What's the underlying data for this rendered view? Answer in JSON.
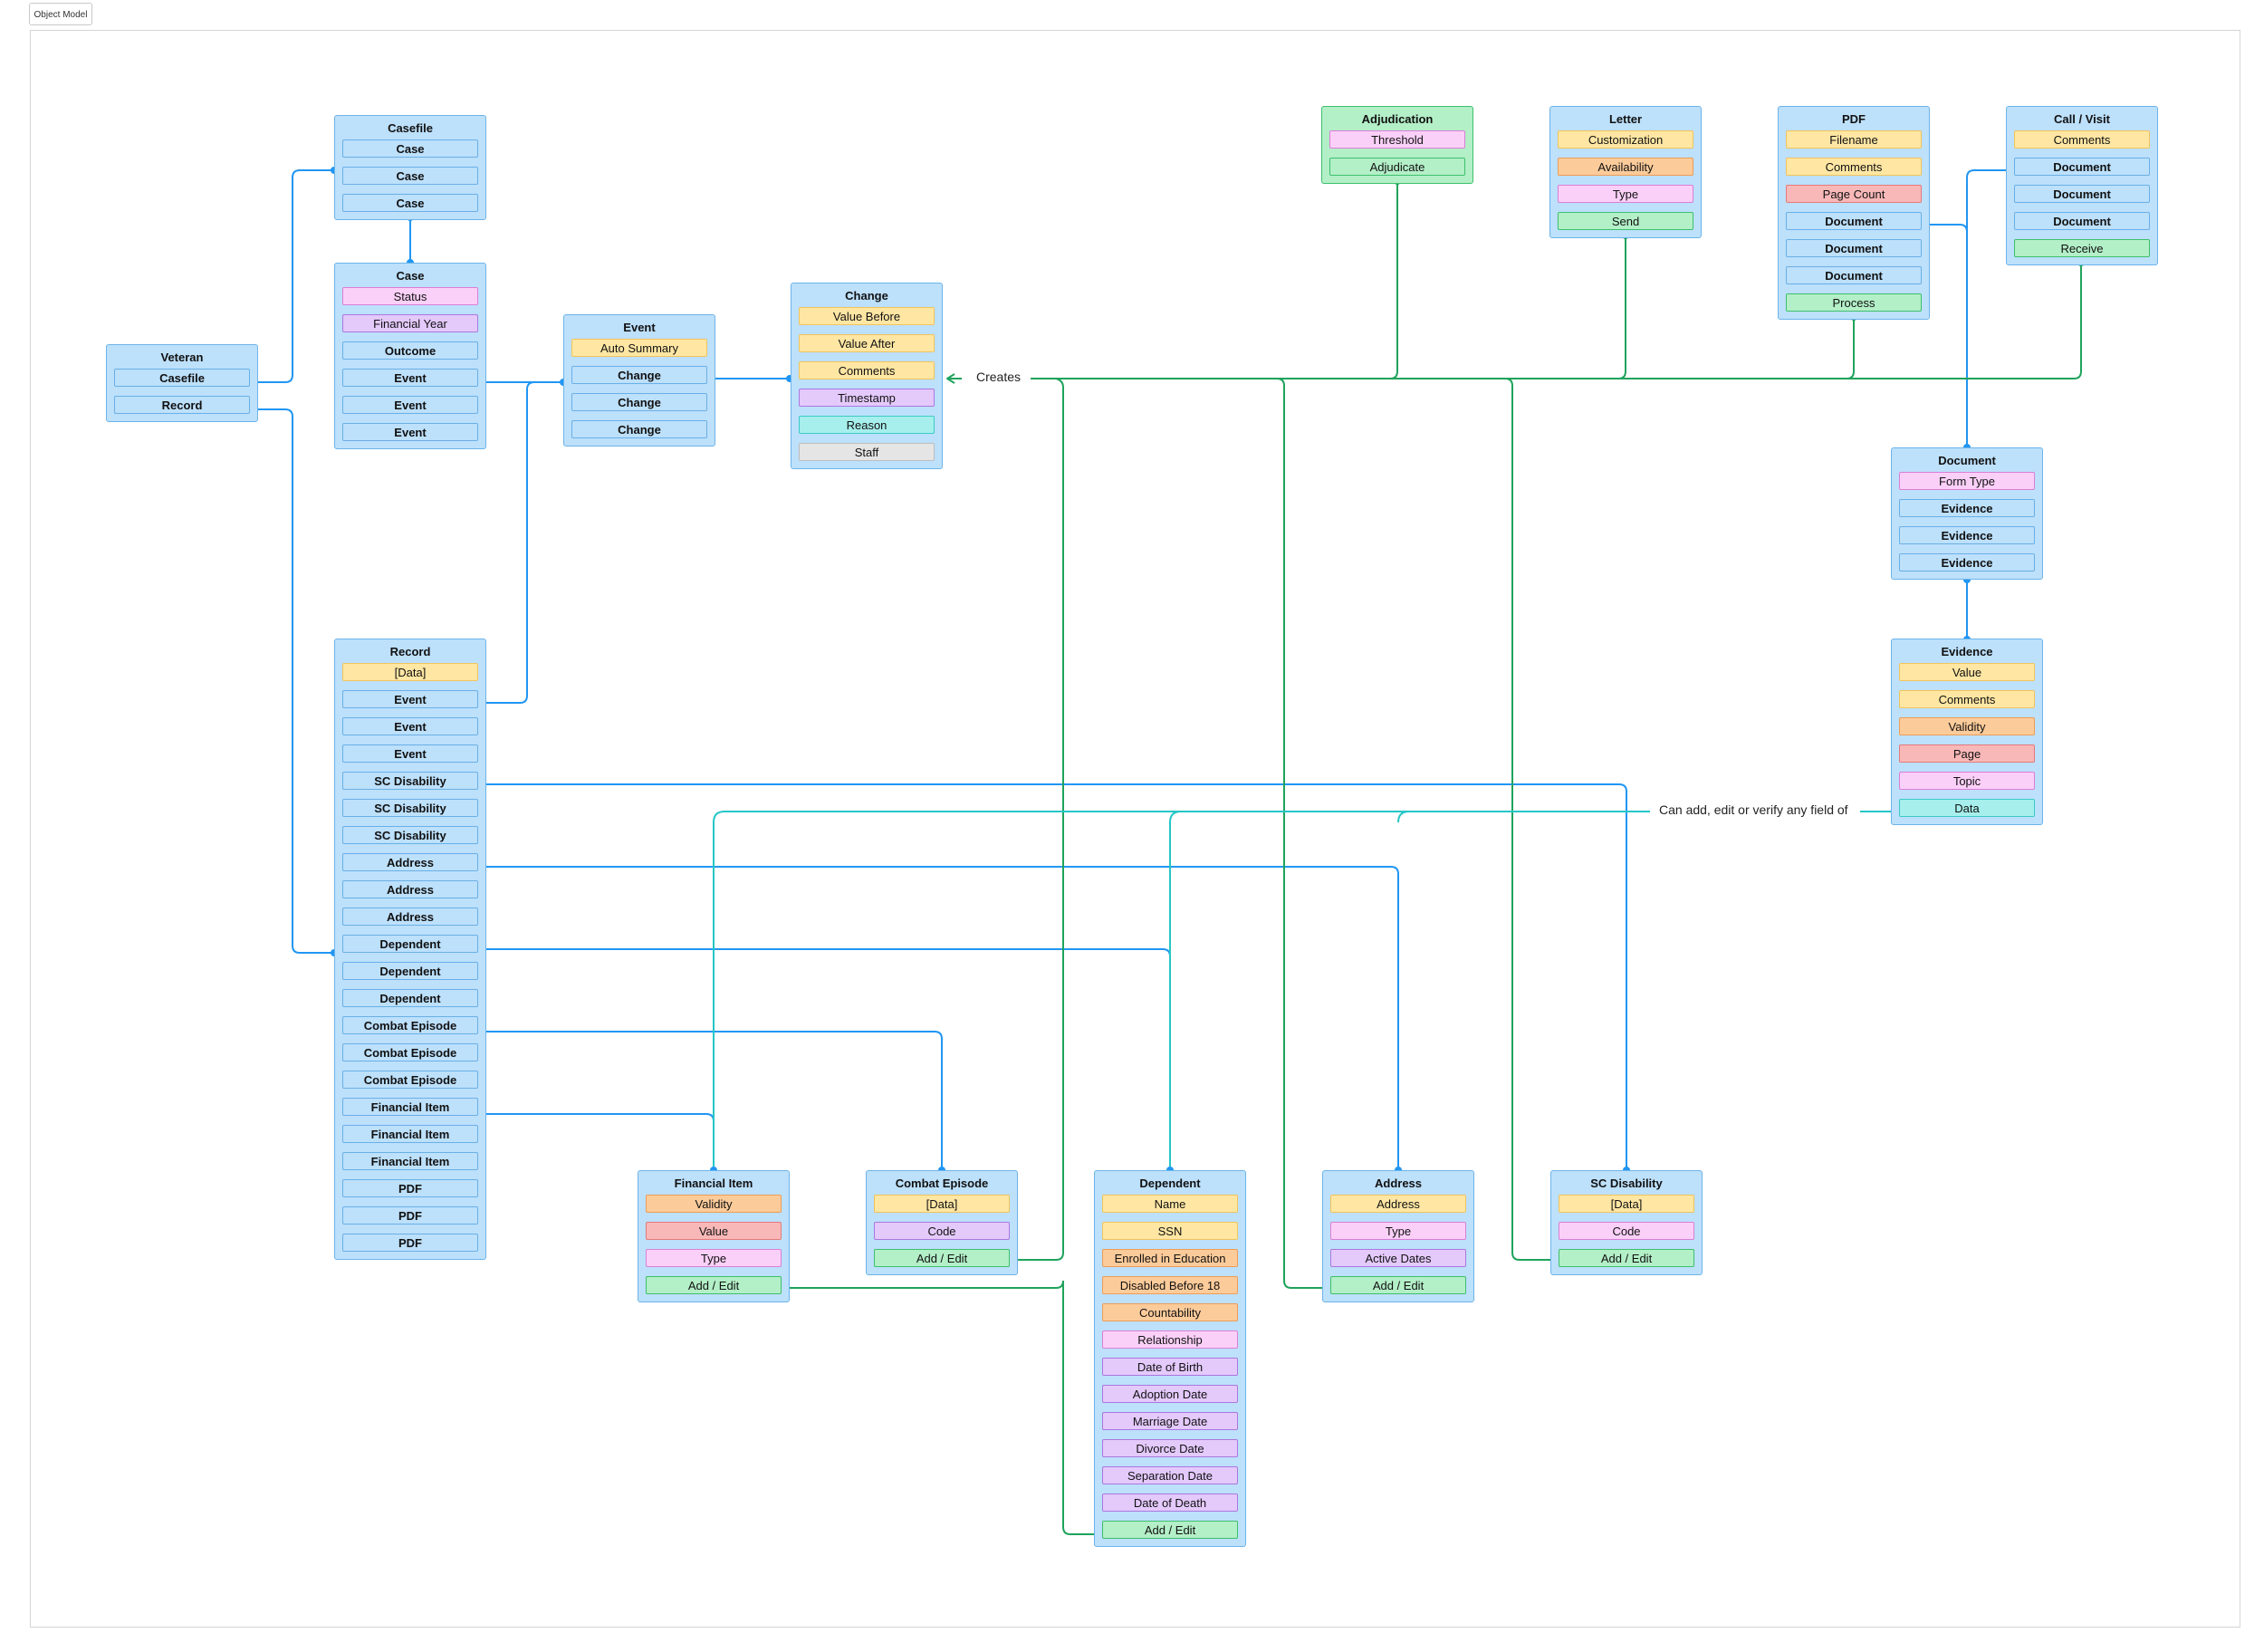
{
  "frame": {
    "label": "Object Model"
  },
  "colors": {
    "entity": "#bde0fb",
    "reference": "#bde0fb",
    "yellow": "#ffe6a3",
    "orange": "#fccb9a",
    "red": "#f9b8b8",
    "pink": "#fbd0f8",
    "purple": "#e4c9fb",
    "green": "#b3efc7",
    "cyan": "#a6efec",
    "gray": "#e5e5e5",
    "ownership_line": "#2196f3",
    "action_line": "#1fa35c",
    "edit_line": "#26c6c6"
  },
  "labels": {
    "creates": "Creates",
    "can_edit": "Can add, edit or verify any field of"
  },
  "entities": [
    {
      "id": "veteran",
      "title": "Veteran",
      "fields": [
        {
          "text": "Casefile",
          "kind": "ref"
        },
        {
          "text": "Record",
          "kind": "ref"
        }
      ]
    },
    {
      "id": "casefile",
      "title": "Casefile",
      "fields": [
        {
          "text": "Case",
          "kind": "ref"
        },
        {
          "text": "Case",
          "kind": "ref"
        },
        {
          "text": "Case",
          "kind": "ref"
        }
      ]
    },
    {
      "id": "case",
      "title": "Case",
      "fields": [
        {
          "text": "Status",
          "kind": "pink"
        },
        {
          "text": "Financial Year",
          "kind": "purple"
        },
        {
          "text": "Outcome",
          "kind": "ref"
        },
        {
          "text": "Event",
          "kind": "ref"
        },
        {
          "text": "Event",
          "kind": "ref"
        },
        {
          "text": "Event",
          "kind": "ref"
        }
      ]
    },
    {
      "id": "event",
      "title": "Event",
      "fields": [
        {
          "text": "Auto Summary",
          "kind": "yellow"
        },
        {
          "text": "Change",
          "kind": "ref"
        },
        {
          "text": "Change",
          "kind": "ref"
        },
        {
          "text": "Change",
          "kind": "ref"
        }
      ]
    },
    {
      "id": "change",
      "title": "Change",
      "fields": [
        {
          "text": "Value Before",
          "kind": "yellow"
        },
        {
          "text": "Value After",
          "kind": "yellow"
        },
        {
          "text": "Comments",
          "kind": "yellow"
        },
        {
          "text": "Timestamp",
          "kind": "purple"
        },
        {
          "text": "Reason",
          "kind": "cyan"
        },
        {
          "text": "Staff",
          "kind": "gray"
        }
      ]
    },
    {
      "id": "record",
      "title": "Record",
      "fields": [
        {
          "text": "[Data]",
          "kind": "yellow"
        },
        {
          "text": "Event",
          "kind": "ref"
        },
        {
          "text": "Event",
          "kind": "ref"
        },
        {
          "text": "Event",
          "kind": "ref"
        },
        {
          "text": "SC Disability",
          "kind": "ref"
        },
        {
          "text": "SC Disability",
          "kind": "ref"
        },
        {
          "text": "SC Disability",
          "kind": "ref"
        },
        {
          "text": "Address",
          "kind": "ref"
        },
        {
          "text": "Address",
          "kind": "ref"
        },
        {
          "text": "Address",
          "kind": "ref"
        },
        {
          "text": "Dependent",
          "kind": "ref"
        },
        {
          "text": "Dependent",
          "kind": "ref"
        },
        {
          "text": "Dependent",
          "kind": "ref"
        },
        {
          "text": "Combat Episode",
          "kind": "ref"
        },
        {
          "text": "Combat Episode",
          "kind": "ref"
        },
        {
          "text": "Combat Episode",
          "kind": "ref"
        },
        {
          "text": "Financial Item",
          "kind": "ref"
        },
        {
          "text": "Financial Item",
          "kind": "ref"
        },
        {
          "text": "Financial Item",
          "kind": "ref"
        },
        {
          "text": "PDF",
          "kind": "ref"
        },
        {
          "text": "PDF",
          "kind": "ref"
        },
        {
          "text": "PDF",
          "kind": "ref"
        }
      ]
    },
    {
      "id": "adjudication",
      "title": "Adjudication",
      "variant": "green",
      "fields": [
        {
          "text": "Threshold",
          "kind": "pink"
        },
        {
          "text": "Adjudicate",
          "kind": "green"
        }
      ]
    },
    {
      "id": "letter",
      "title": "Letter",
      "fields": [
        {
          "text": "Customization",
          "kind": "yellow"
        },
        {
          "text": "Availability",
          "kind": "orange"
        },
        {
          "text": "Type",
          "kind": "pink"
        },
        {
          "text": "Send",
          "kind": "green"
        }
      ]
    },
    {
      "id": "pdf",
      "title": "PDF",
      "fields": [
        {
          "text": "Filename",
          "kind": "yellow"
        },
        {
          "text": "Comments",
          "kind": "yellow"
        },
        {
          "text": "Page Count",
          "kind": "red"
        },
        {
          "text": "Document",
          "kind": "ref"
        },
        {
          "text": "Document",
          "kind": "ref"
        },
        {
          "text": "Document",
          "kind": "ref"
        },
        {
          "text": "Process",
          "kind": "green"
        }
      ]
    },
    {
      "id": "call",
      "title": "Call / Visit",
      "fields": [
        {
          "text": "Comments",
          "kind": "yellow"
        },
        {
          "text": "Document",
          "kind": "ref"
        },
        {
          "text": "Document",
          "kind": "ref"
        },
        {
          "text": "Document",
          "kind": "ref"
        },
        {
          "text": "Receive",
          "kind": "green"
        }
      ]
    },
    {
      "id": "document",
      "title": "Document",
      "fields": [
        {
          "text": "Form Type",
          "kind": "pink"
        },
        {
          "text": "Evidence",
          "kind": "ref"
        },
        {
          "text": "Evidence",
          "kind": "ref"
        },
        {
          "text": "Evidence",
          "kind": "ref"
        }
      ]
    },
    {
      "id": "evidence",
      "title": "Evidence",
      "fields": [
        {
          "text": "Value",
          "kind": "yellow"
        },
        {
          "text": "Comments",
          "kind": "yellow"
        },
        {
          "text": "Validity",
          "kind": "orange"
        },
        {
          "text": "Page",
          "kind": "red"
        },
        {
          "text": "Topic",
          "kind": "pink"
        },
        {
          "text": "Data",
          "kind": "cyan"
        }
      ]
    },
    {
      "id": "financial_item",
      "title": "Financial Item",
      "fields": [
        {
          "text": "Validity",
          "kind": "orange"
        },
        {
          "text": "Value",
          "kind": "red"
        },
        {
          "text": "Type",
          "kind": "pink"
        },
        {
          "text": "Add / Edit",
          "kind": "green"
        }
      ]
    },
    {
      "id": "combat_episode",
      "title": "Combat Episode",
      "fields": [
        {
          "text": "[Data]",
          "kind": "yellow"
        },
        {
          "text": "Code",
          "kind": "purple"
        },
        {
          "text": "Add / Edit",
          "kind": "green"
        }
      ]
    },
    {
      "id": "dependent",
      "title": "Dependent",
      "fields": [
        {
          "text": "Name",
          "kind": "yellow"
        },
        {
          "text": "SSN",
          "kind": "yellow"
        },
        {
          "text": "Enrolled in Education",
          "kind": "orange"
        },
        {
          "text": "Disabled Before 18",
          "kind": "orange"
        },
        {
          "text": "Countability",
          "kind": "orange"
        },
        {
          "text": "Relationship",
          "kind": "pink"
        },
        {
          "text": "Date of Birth",
          "kind": "purple"
        },
        {
          "text": "Adoption Date",
          "kind": "purple"
        },
        {
          "text": "Marriage Date",
          "kind": "purple"
        },
        {
          "text": "Divorce Date",
          "kind": "purple"
        },
        {
          "text": "Separation Date",
          "kind": "purple"
        },
        {
          "text": "Date of Death",
          "kind": "purple"
        },
        {
          "text": "Add / Edit",
          "kind": "green"
        }
      ]
    },
    {
      "id": "address",
      "title": "Address",
      "fields": [
        {
          "text": "Address",
          "kind": "yellow"
        },
        {
          "text": "Type",
          "kind": "pink"
        },
        {
          "text": "Active Dates",
          "kind": "purple"
        },
        {
          "text": "Add / Edit",
          "kind": "green"
        }
      ]
    },
    {
      "id": "sc_disability",
      "title": "SC Disability",
      "fields": [
        {
          "text": "[Data]",
          "kind": "yellow"
        },
        {
          "text": "Code",
          "kind": "pink"
        },
        {
          "text": "Add / Edit",
          "kind": "green"
        }
      ]
    }
  ]
}
